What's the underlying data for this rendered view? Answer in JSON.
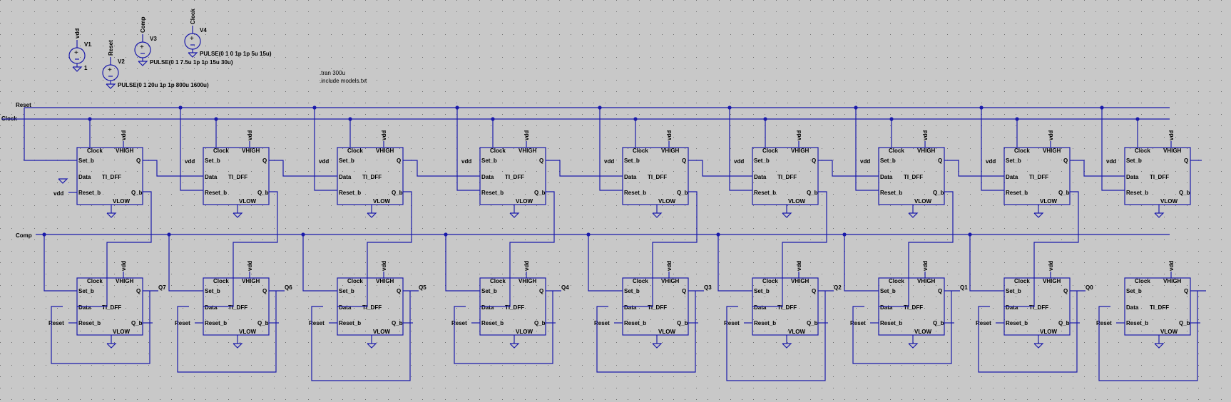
{
  "sources": [
    {
      "ref": "V1",
      "net": "vdd",
      "value": "1"
    },
    {
      "ref": "V2",
      "net": "Reset",
      "value": "PULSE(0 1 20u 1p 1p 800u 1600u)"
    },
    {
      "ref": "V3",
      "net": "Comp",
      "value": "PULSE(0 1 7.5u 1p 1p 15u 30u)"
    },
    {
      "ref": "V4",
      "net": "Clock",
      "value": "PULSE(0 1 0 1p 1p 5u 15u)"
    }
  ],
  "directives": [
    ".tran 300u",
    ".include models.txt"
  ],
  "nets": {
    "reset": "Reset",
    "clock": "Clock",
    "comp": "Comp",
    "vdd": "vdd"
  },
  "cell": {
    "name": "TI_DFF",
    "clock": "Clock",
    "vhigh": "VHIGH",
    "set_b": "Set_b",
    "q": "Q",
    "data": "Data",
    "reset_b": "Reset_b",
    "q_b": "Q_b",
    "vlow": "VLOW"
  },
  "outputs": [
    "Q7",
    "Q6",
    "Q5",
    "Q4",
    "Q3",
    "Q2",
    "Q1",
    "Q0"
  ],
  "colors": {
    "background": "#c8c8c8",
    "wire": "#1a1aaa",
    "grid": "#6e6e6e"
  }
}
